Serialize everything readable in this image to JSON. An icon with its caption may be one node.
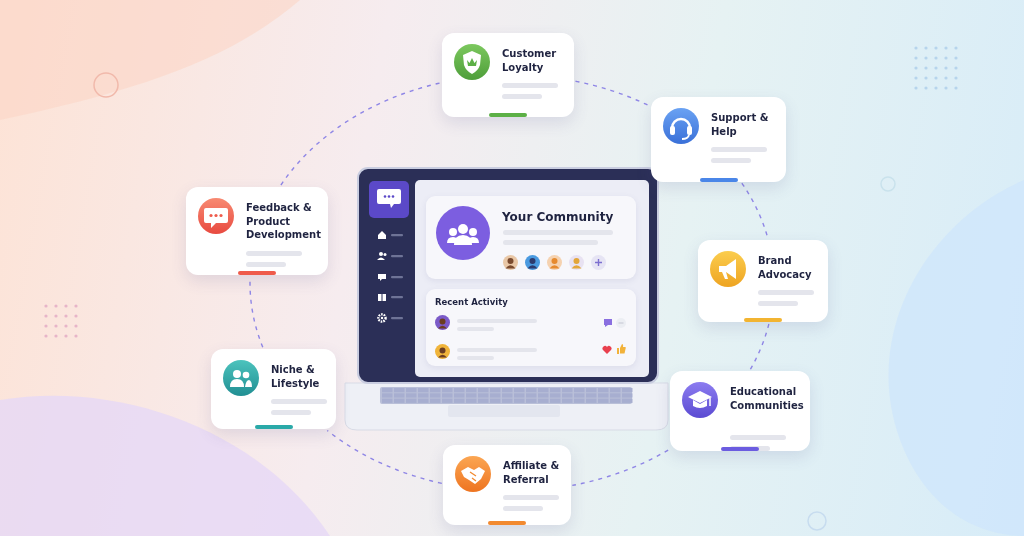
{
  "diagram": {
    "nodes": [
      {
        "text": [
          "Customer Loyalty"
        ]
      },
      {
        "text": [
          "Support & Help"
        ]
      },
      {
        "text": [
          "Feedback & Product Development"
        ]
      },
      {
        "text": [
          "Your Community"
        ]
      },
      {
        "text": [
          "Brand Advocacy"
        ]
      },
      {
        "text": [
          "Recent Activity"
        ]
      },
      {
        "text": [
          "Niche & Lifestyle"
        ]
      },
      {
        "text": [
          "Educational Communities"
        ]
      },
      {
        "text": [
          "Affiliate & Referral"
        ]
      }
    ],
    "edges": [
      {
        "from": 0,
        "to": 1,
        "arrow": "none",
        "style": "dashed"
      },
      {
        "from": 1,
        "to": 4,
        "arrow": "none",
        "style": "dashed"
      },
      {
        "from": 4,
        "to": 7,
        "arrow": "none",
        "style": "dashed"
      },
      {
        "from": 7,
        "to": 8,
        "arrow": "none",
        "style": "dashed"
      },
      {
        "from": 8,
        "to": 6,
        "arrow": "none",
        "style": "dashed"
      },
      {
        "from": 6,
        "to": 2,
        "arrow": "none",
        "style": "dashed"
      },
      {
        "from": 2,
        "to": 0,
        "arrow": "none",
        "style": "dashed"
      }
    ]
  }
}
